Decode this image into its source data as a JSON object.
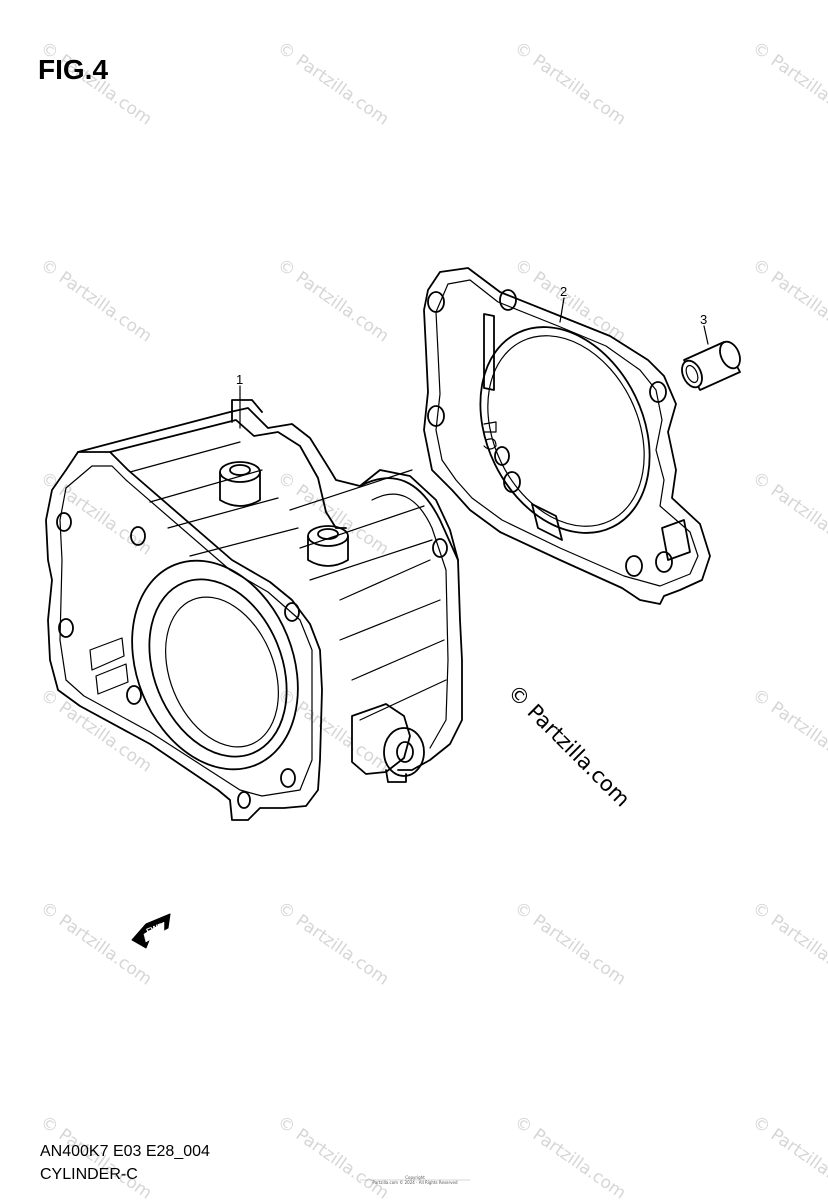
{
  "figure": {
    "label": "FIG.4"
  },
  "watermark": {
    "text": "© Partzilla.com",
    "color": "#d6d6d6"
  },
  "center_watermark": {
    "text": "© Partzilla.com"
  },
  "callouts": [
    {
      "number": "1"
    },
    {
      "number": "2"
    },
    {
      "number": "3"
    }
  ],
  "fwd_icon": {
    "text": "FWD"
  },
  "footer": {
    "code": "AN400K7 E03 E28_004",
    "title": "CYLINDER-C"
  },
  "copyright": {
    "line1": "Copyright",
    "line2": "Partzilla.com © 2024 - All Rights Reserved"
  }
}
